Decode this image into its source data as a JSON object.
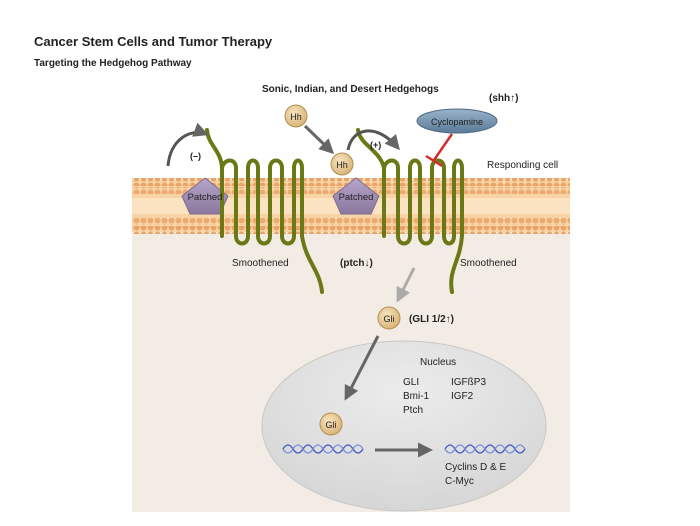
{
  "title": "Cancer Stem Cells and Tumor Therapy",
  "subtitle": "Targeting the Hedgehog Pathway",
  "diagram": {
    "ligands_label": "Sonic, Indian, and Desert Hedgehogs",
    "shh_label": "(shh↑)",
    "hh_label": "Hh",
    "cyclopamine_label": "Cyclopamine",
    "minus_label": "(–)",
    "plus_label": "(+)",
    "responding_cell_label": "Responding cell",
    "patched_label": "Patched",
    "smoothened_label": "Smoothened",
    "ptch_label": "(ptch↓)",
    "gli_label": "Gli",
    "gli12_label": "(GLI 1/2↑)",
    "nucleus_label": "Nucleus",
    "target_genes_col1": [
      "GLI",
      "Bmi-1",
      "Ptch"
    ],
    "target_genes_col2": [
      "IGFßP3",
      "IGF2"
    ],
    "output_genes": [
      "Cyclins D & E",
      "C-Myc"
    ],
    "colors": {
      "membrane_head": "#e8a96b",
      "membrane_core": "#f6c58e",
      "cytoplasm": "#f2ebe4",
      "nucleus": "#e0e0e0",
      "patched": "#9b88ad",
      "smoothened": "#6d7a17",
      "gli": "#e4c58f",
      "cyclopamine": "#6f8eaa",
      "inhibition": "#d42b2b",
      "dna": "#3f57c4"
    }
  }
}
